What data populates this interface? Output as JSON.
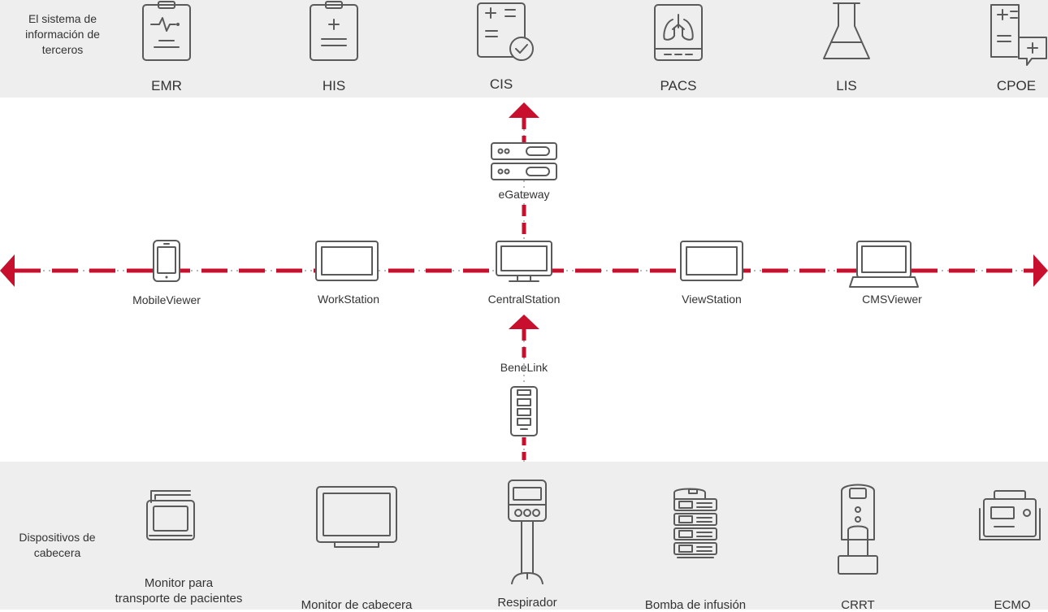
{
  "third_party": {
    "label_lines": [
      "El sistema de",
      "información de",
      "terceros"
    ],
    "systems": [
      {
        "label": "EMR",
        "icon": "clipboard-heartbeat-icon"
      },
      {
        "label": "HIS",
        "icon": "clipboard-plus-icon"
      },
      {
        "label": "CIS",
        "icon": "document-check-icon"
      },
      {
        "label": "PACS",
        "icon": "lungs-tablet-icon"
      },
      {
        "label": "LIS",
        "icon": "flask-icon"
      },
      {
        "label": "CPOE",
        "icon": "document-add-icon"
      }
    ]
  },
  "network": {
    "egateway": {
      "label": "eGateway",
      "icon": "server-icon"
    },
    "benelink": {
      "label": "BeneLink",
      "icon": "module-rack-icon"
    },
    "stations": [
      {
        "label": "MobileViewer",
        "icon": "smartphone-icon"
      },
      {
        "label": "WorkStation",
        "icon": "monitor-icon"
      },
      {
        "label": "CentralStation",
        "icon": "desktop-monitor-icon"
      },
      {
        "label": "ViewStation",
        "icon": "monitor-icon"
      },
      {
        "label": "CMSViewer",
        "icon": "laptop-icon"
      }
    ],
    "line_color": "#c8102e"
  },
  "bedside": {
    "label_lines": [
      "Dispositivos de",
      "cabecera"
    ],
    "devices": [
      {
        "label_lines": [
          "Monitor para",
          "transporte de pacientes"
        ],
        "icon": "transport-monitor-icon"
      },
      {
        "label_lines": [
          "Monitor de cabecera"
        ],
        "icon": "bedside-monitor-icon"
      },
      {
        "label_lines": [
          "Respirador"
        ],
        "icon": "ventilator-icon"
      },
      {
        "label_lines": [
          "Bomba de infusión"
        ],
        "icon": "infusion-pump-icon"
      },
      {
        "label_lines": [
          "CRRT"
        ],
        "icon": "crrt-icon"
      },
      {
        "label_lines": [
          "ECMO"
        ],
        "icon": "ecmo-icon"
      }
    ]
  }
}
